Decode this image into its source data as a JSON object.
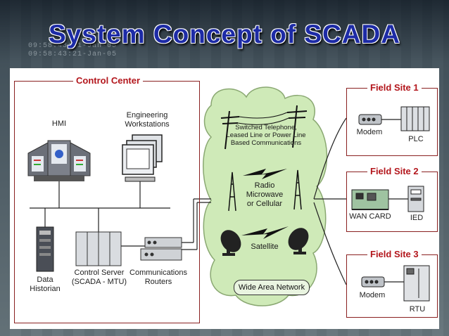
{
  "title": "System Concept of SCADA",
  "ticker": [
    "09:58:43:21-Jan-05",
    "09:58:43:21-Jan-05"
  ],
  "control_center": {
    "label": "Control Center",
    "hmi": "HMI",
    "engineering": "Engineering Workstations",
    "data_historian": "Data Historian",
    "control_server": "Control Server (SCADA - MTU)",
    "routers": "Communications Routers"
  },
  "wan": {
    "switched": "Switched Telephone, Leased Line or Power Line Based Communications",
    "radio": "Radio Microwave or Cellular",
    "satellite": "Satellite",
    "network": "Wide Area Network"
  },
  "field_sites": [
    {
      "label": "Field Site 1",
      "left": "Modem",
      "right": "PLC"
    },
    {
      "label": "Field Site 2",
      "left": "WAN CARD",
      "right": "IED"
    },
    {
      "label": "Field Site 3",
      "left": "Modem",
      "right": "RTU"
    }
  ],
  "colors": {
    "title": "#1d2ba6",
    "box_label": "#b3161c",
    "wan_cloud": "#cfeab8"
  }
}
